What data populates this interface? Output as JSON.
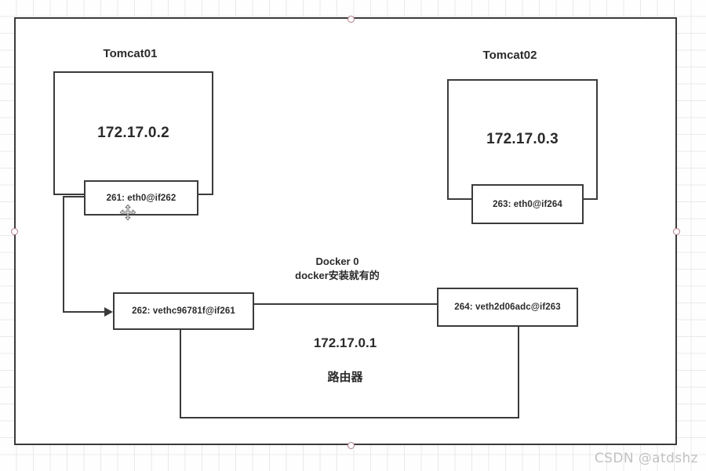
{
  "diagram": {
    "title_left": "Tomcat01",
    "title_right": "Tomcat02",
    "containers": [
      {
        "name": "Tomcat01",
        "ip": "172.17.0.2"
      },
      {
        "name": "Tomcat02",
        "ip": "172.17.0.3"
      }
    ],
    "interfaces": {
      "tomcat01_eth0": "261: eth0@if262",
      "tomcat02_eth0": "263: eth0@if264",
      "veth_left": "262: vethc96781f@if261",
      "veth_right": "264: veth2d06adc@if263"
    },
    "bridge": {
      "name": "Docker 0",
      "note": "docker安装就有的",
      "gateway_ip": "172.17.0.1",
      "role": "路由器"
    },
    "watermark": "CSDN @atdshz",
    "colors": {
      "stroke": "#3b3b3b",
      "text": "#2b2b2b",
      "grid": "#e9e9e9",
      "handle": "#b27b86",
      "watermark": "#c2c2c2"
    },
    "icons": {
      "move_cursor": "move-cursor-icon"
    }
  }
}
